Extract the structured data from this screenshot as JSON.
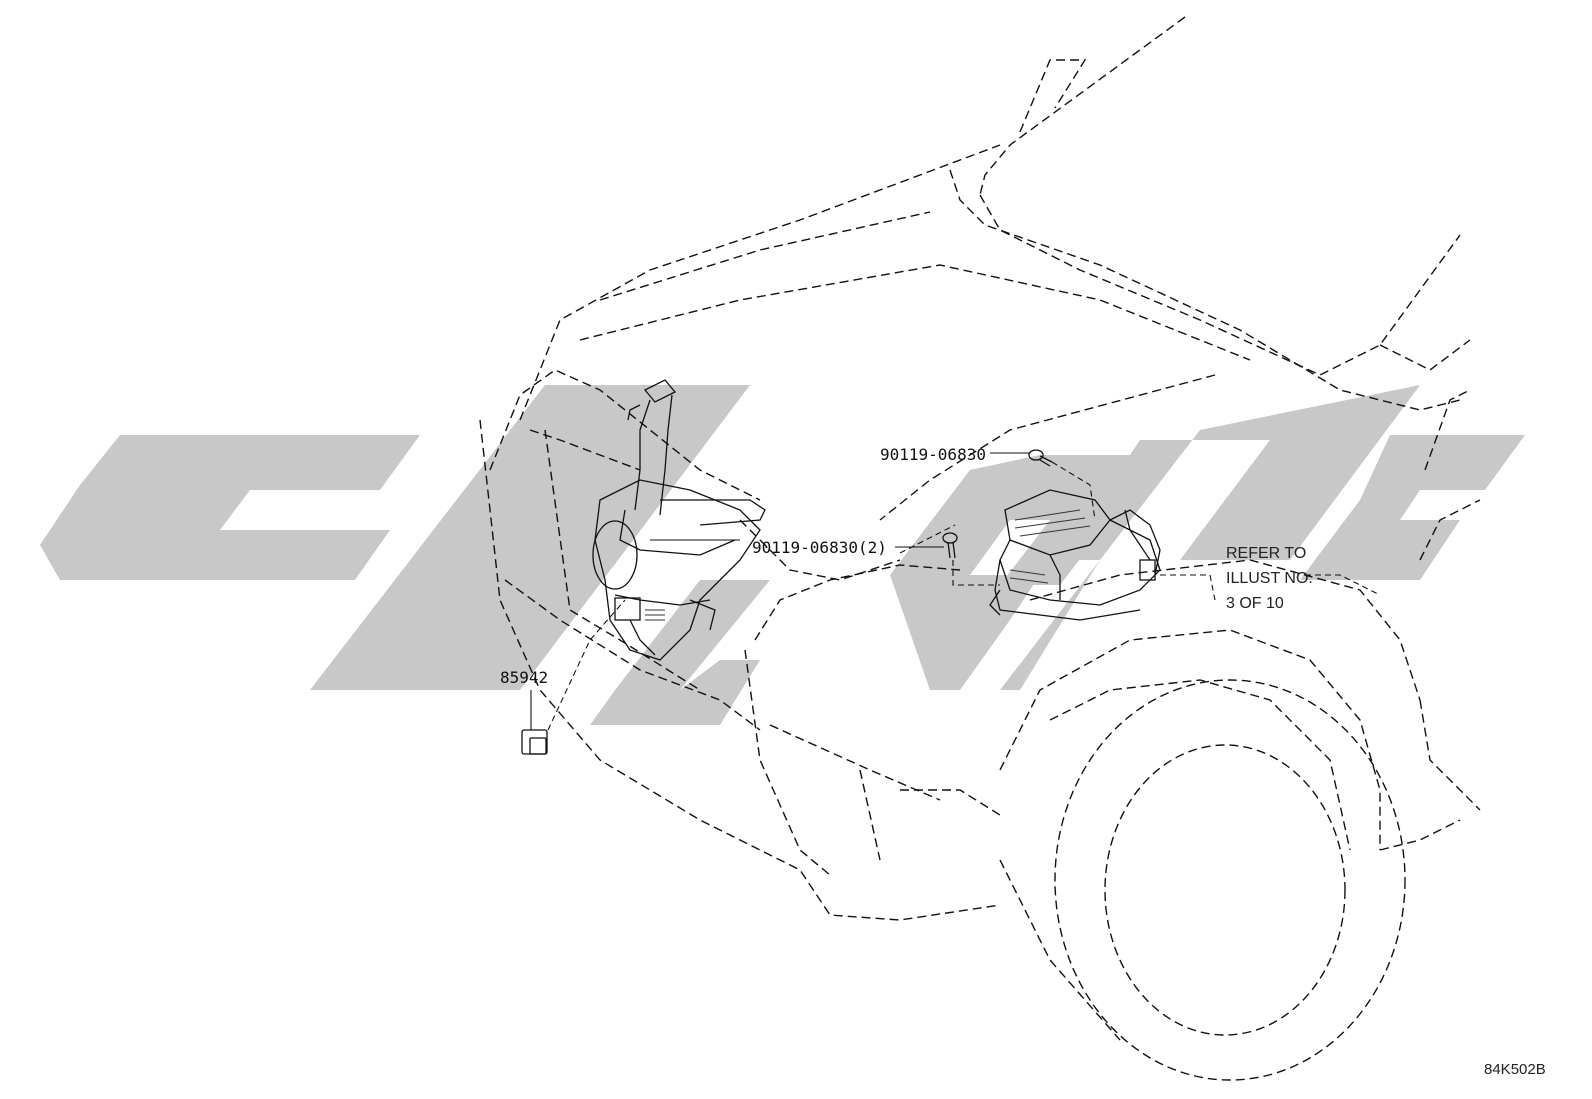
{
  "labels": {
    "bolt_upper": "90119-06830",
    "bolt_lower": "90119-06830(2)",
    "plug_part": "85942",
    "refer_line1": "REFER TO",
    "refer_line2": "ILLUST NO.",
    "refer_line3": "3 OF 10"
  },
  "figure_code": "84K502B",
  "colors": {
    "line": "#111111",
    "watermark": "#c8c8c8",
    "background": "#ffffff"
  }
}
